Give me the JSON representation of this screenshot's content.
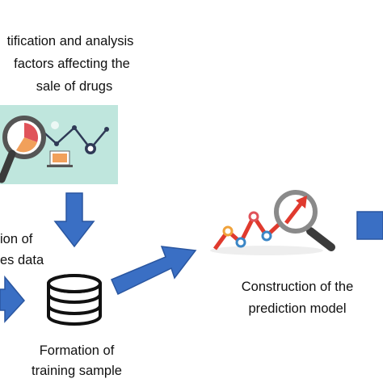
{
  "nodes": {
    "factors": {
      "lines": [
        "tification and analysis",
        "factors affecting the",
        "sale of drugs"
      ]
    },
    "sales_data": {
      "lines": [
        "ion of",
        "es data"
      ]
    },
    "training": {
      "lines": [
        "Formation of",
        "training sample"
      ]
    },
    "model": {
      "lines": [
        "Construction of the",
        "prediction model"
      ]
    }
  },
  "colors": {
    "arrow": "#3a6fc4",
    "arrow_stroke": "#2a56a0",
    "illustration_bg": "#bfe6dd",
    "chart_red": "#e03a2e",
    "magnifier_handle": "#4a4a4a"
  },
  "icons": [
    "magnifier-chart-icon",
    "database-icon",
    "trend-magnifier-icon"
  ]
}
